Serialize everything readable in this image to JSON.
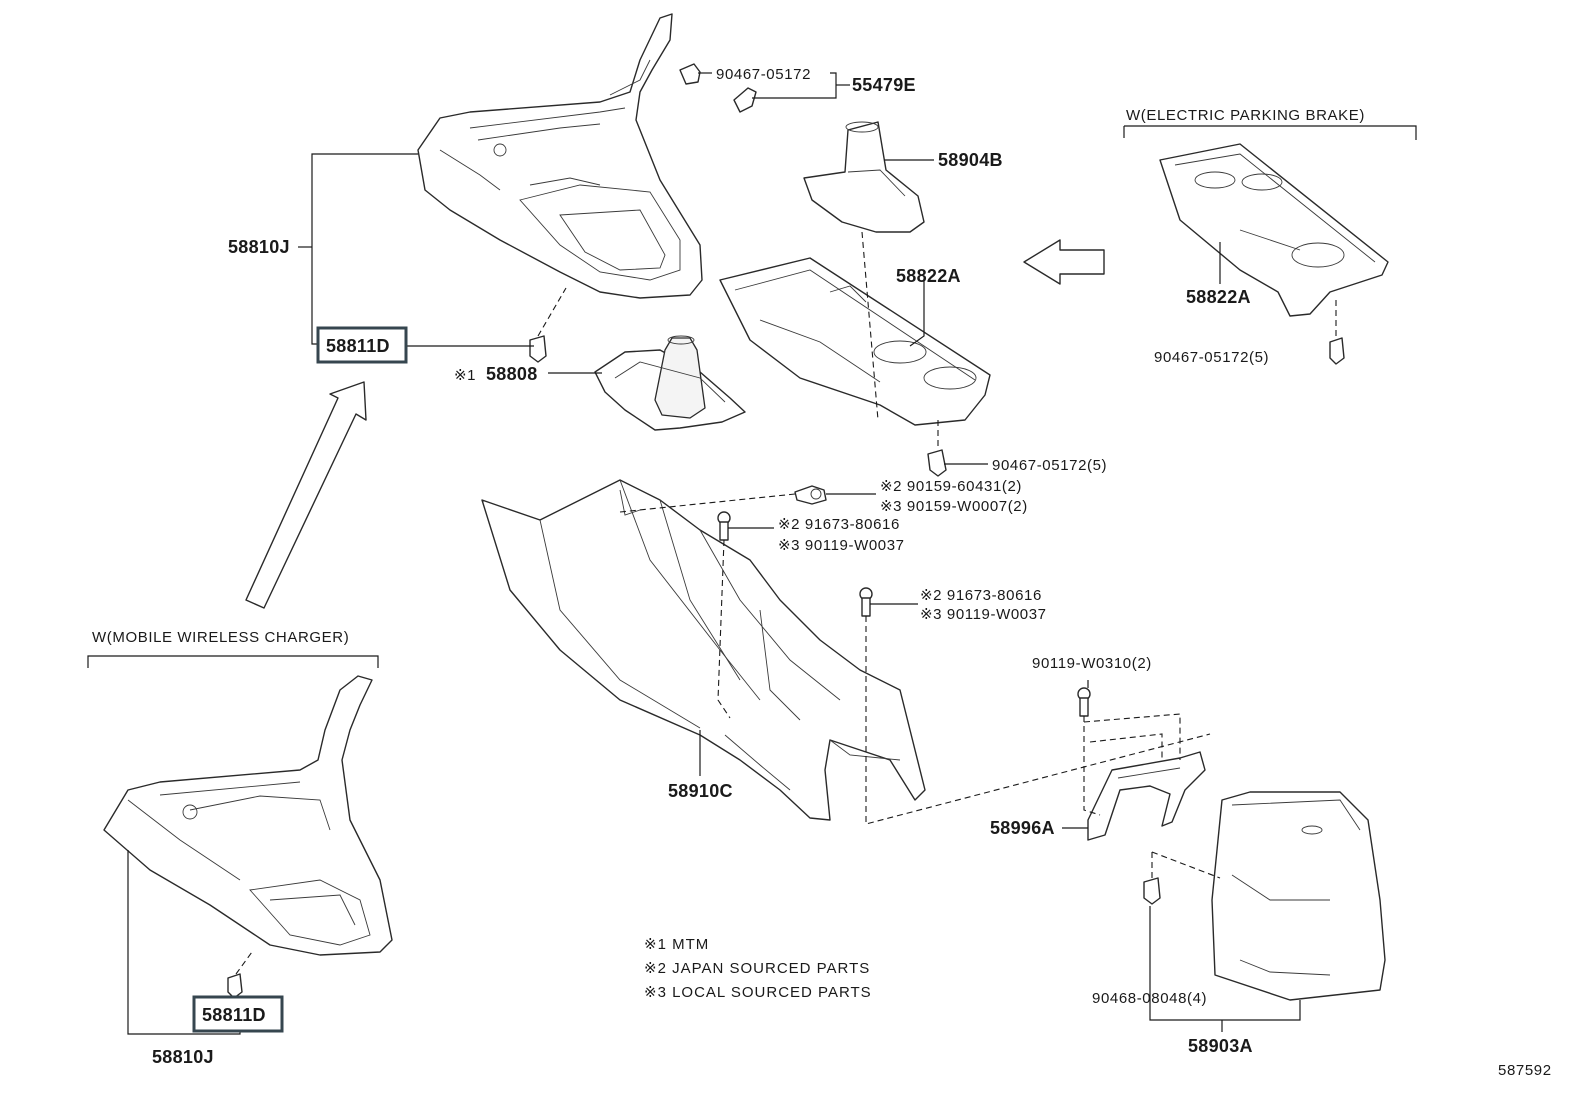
{
  "diagram": {
    "conditions": {
      "electric_parking_brake": "W(ELECTRIC PARKING BRAKE)",
      "mobile_wireless_charger": "W(MOBILE WIRELESS CHARGER)"
    },
    "labels": {
      "p58810J_top": "58810J",
      "p58811D_top": "58811D",
      "p58808": "58808",
      "p58808_mark": "※1",
      "p90467_05172_top": "90467-05172",
      "p55479E": "55479E",
      "p58904B": "58904B",
      "p58822A": "58822A",
      "p58822A_epb": "58822A",
      "p90467_05172_5_epb": "90467-05172(5)",
      "p90467_05172_5": "90467-05172(5)",
      "p90159_60431": "※2 90159-60431(2)",
      "p90159_W0007": "※3 90159-W0007(2)",
      "p91673_80616_a": "※2 91673-80616",
      "p90119_W0037_a": "※3 90119-W0037",
      "p91673_80616_b": "※2 91673-80616",
      "p90119_W0037_b": "※3 90119-W0037",
      "p90119_W0310": "90119-W0310(2)",
      "p58910C": "58910C",
      "p58996A": "58996A",
      "p90468_08048": "90468-08048(4)",
      "p58903A": "58903A",
      "p58811D_bottom": "58811D",
      "p58810J_bottom": "58810J"
    },
    "notes": [
      "※1 MTM",
      "※2 JAPAN SOURCED PARTS",
      "※3 LOCAL SOURCED PARTS"
    ],
    "figure_id": "587592",
    "colors": {
      "line": "#1a1a1a",
      "highlight_box": "#36464f",
      "background": "#ffffff"
    }
  }
}
